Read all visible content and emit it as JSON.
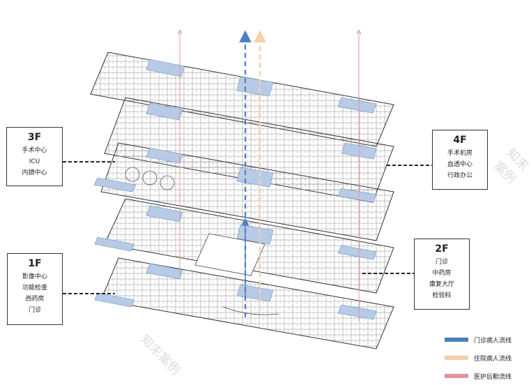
{
  "floors": [
    {
      "id": "3F",
      "title": "3F",
      "items": [
        "手术中心",
        "ICU",
        "内镜中心"
      ]
    },
    {
      "id": "4F",
      "title": "4F",
      "items": [
        "手术机房",
        "血透中心",
        "行政办公"
      ]
    },
    {
      "id": "1F",
      "title": "1F",
      "items": [
        "影像中心",
        "功能检查",
        "西药房",
        "门诊"
      ]
    },
    {
      "id": "2F",
      "title": "2F",
      "items": [
        "门诊",
        "中药房",
        "康复大厅",
        "检验科"
      ]
    }
  ],
  "legend": [
    {
      "label": "门诊病人流线",
      "color": "#4a7fc4"
    },
    {
      "label": "住院病人流线",
      "color": "#f6cfa8"
    },
    {
      "label": "医护后勤流线",
      "color": "#e0959b"
    }
  ],
  "watermark": "知末案例"
}
